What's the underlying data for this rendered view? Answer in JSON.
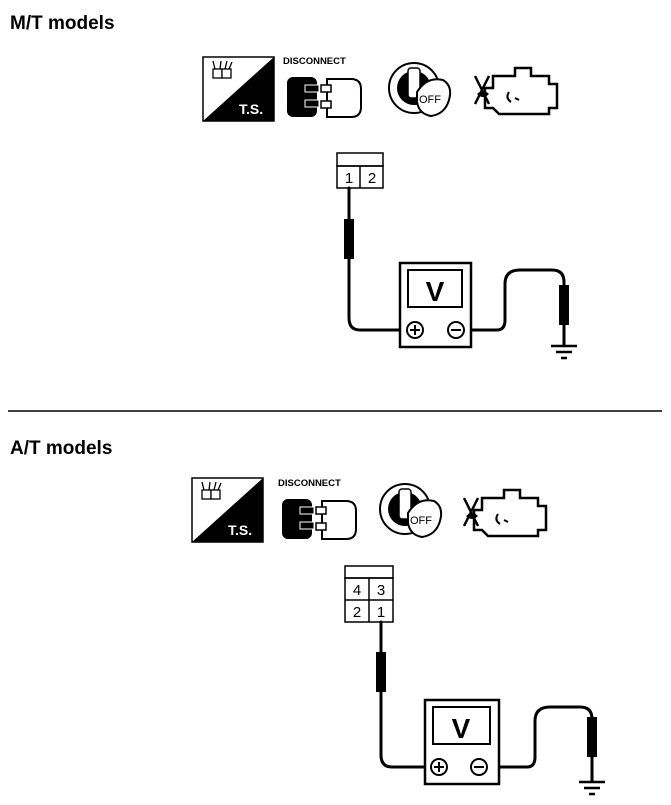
{
  "sections": [
    {
      "title": "M/T models",
      "icons": {
        "ts_label": "T.S.",
        "disconnect_label": "DISCONNECT",
        "ignition_label": "OFF"
      },
      "connector_top": [
        "",
        ""
      ],
      "connector_bottom": [
        "1",
        "2"
      ],
      "meter_label": "V"
    },
    {
      "title": "A/T models",
      "icons": {
        "ts_label": "T.S.",
        "disconnect_label": "DISCONNECT",
        "ignition_label": "OFF"
      },
      "connector_top": [
        "4",
        "3"
      ],
      "connector_bottom": [
        "2",
        "1"
      ],
      "meter_label": "V"
    }
  ]
}
